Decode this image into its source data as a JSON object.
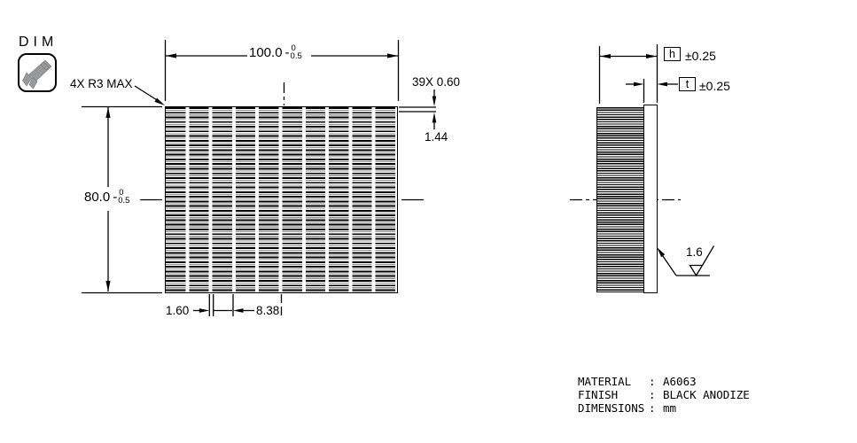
{
  "badge": {
    "label": "DIM"
  },
  "front": {
    "width": {
      "value": "100.0",
      "minus": "-",
      "tol_upper": "0",
      "tol_lower": "0.5"
    },
    "height": {
      "value": "80.0",
      "minus": "-",
      "tol_upper": "0",
      "tol_lower": "0.5"
    },
    "corner_note": "4X R3 MAX",
    "fin_count_note": "39X 0.60",
    "first_fin_offset": "1.44",
    "slot_width": "1.60",
    "slot_pitch": "8.38"
  },
  "side": {
    "fin_height_label": "h",
    "fin_height_tol": "±0.25",
    "base_thickness_label": "t",
    "base_thickness_tol": "±0.25",
    "surface_roughness": "1.6"
  },
  "notes": {
    "rows": [
      {
        "label": "MATERIAL",
        "sep": ":",
        "value": "A6063"
      },
      {
        "label": "FINISH",
        "sep": ":",
        "value": "BLACK ANODIZE"
      },
      {
        "label": "DIMENSIONS",
        "sep": ":",
        "value": "mm"
      }
    ]
  },
  "colors": {
    "line": "#000000",
    "icon_gray": "#97999b",
    "background": "#ffffff"
  }
}
